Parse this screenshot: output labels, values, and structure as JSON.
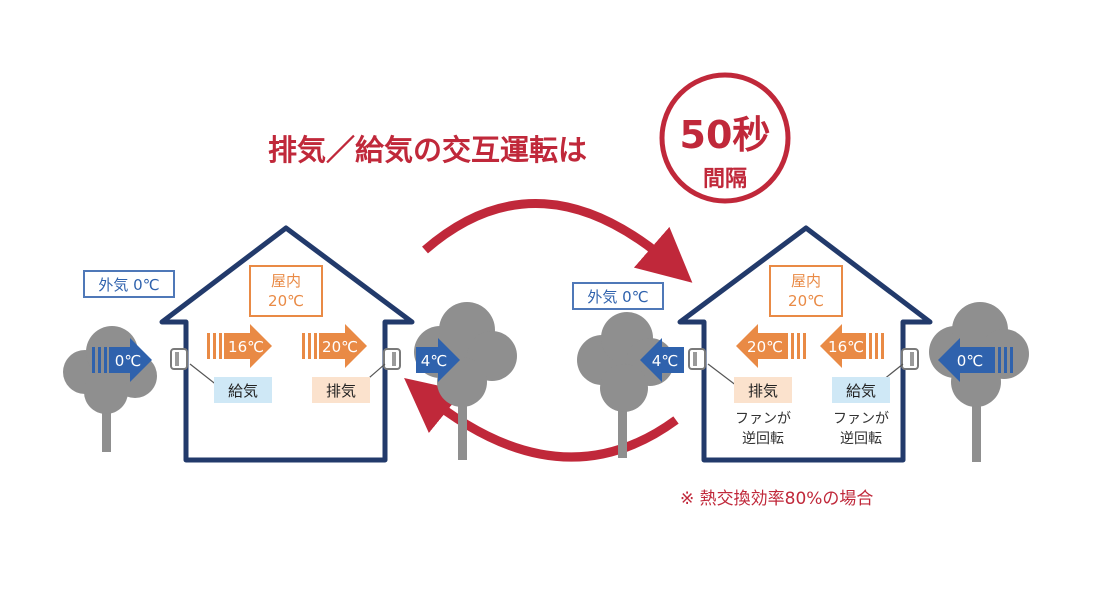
{
  "headline": "排気／給気の交互運転は",
  "interval": {
    "value": "50秒",
    "unit": "間隔"
  },
  "left_house": {
    "outside_label": "外気 0℃",
    "indoor_label": "屋内",
    "indoor_temp": "20℃",
    "arrows": [
      "0℃",
      "16℃",
      "20℃",
      "4℃"
    ],
    "intake_label": "給気",
    "exhaust_label": "排気"
  },
  "right_house": {
    "outside_label": "外気 0℃",
    "indoor_label": "屋内",
    "indoor_temp": "20℃",
    "arrows": [
      "4℃",
      "20℃",
      "16℃",
      "0℃"
    ],
    "exhaust_label": "排気",
    "intake_label": "給気",
    "fan_note_line1": "ファンが",
    "fan_note_line2": "逆回転"
  },
  "footnote": "※ 熱交換効率80%の場合",
  "colors": {
    "navy": "#223a6b",
    "red": "#c0283a",
    "orange": "#e98a45",
    "blue": "#2f62ad",
    "light_blue": "#cfe8f6",
    "peach": "#fbe2cd",
    "gray": "#8a8a8a"
  }
}
